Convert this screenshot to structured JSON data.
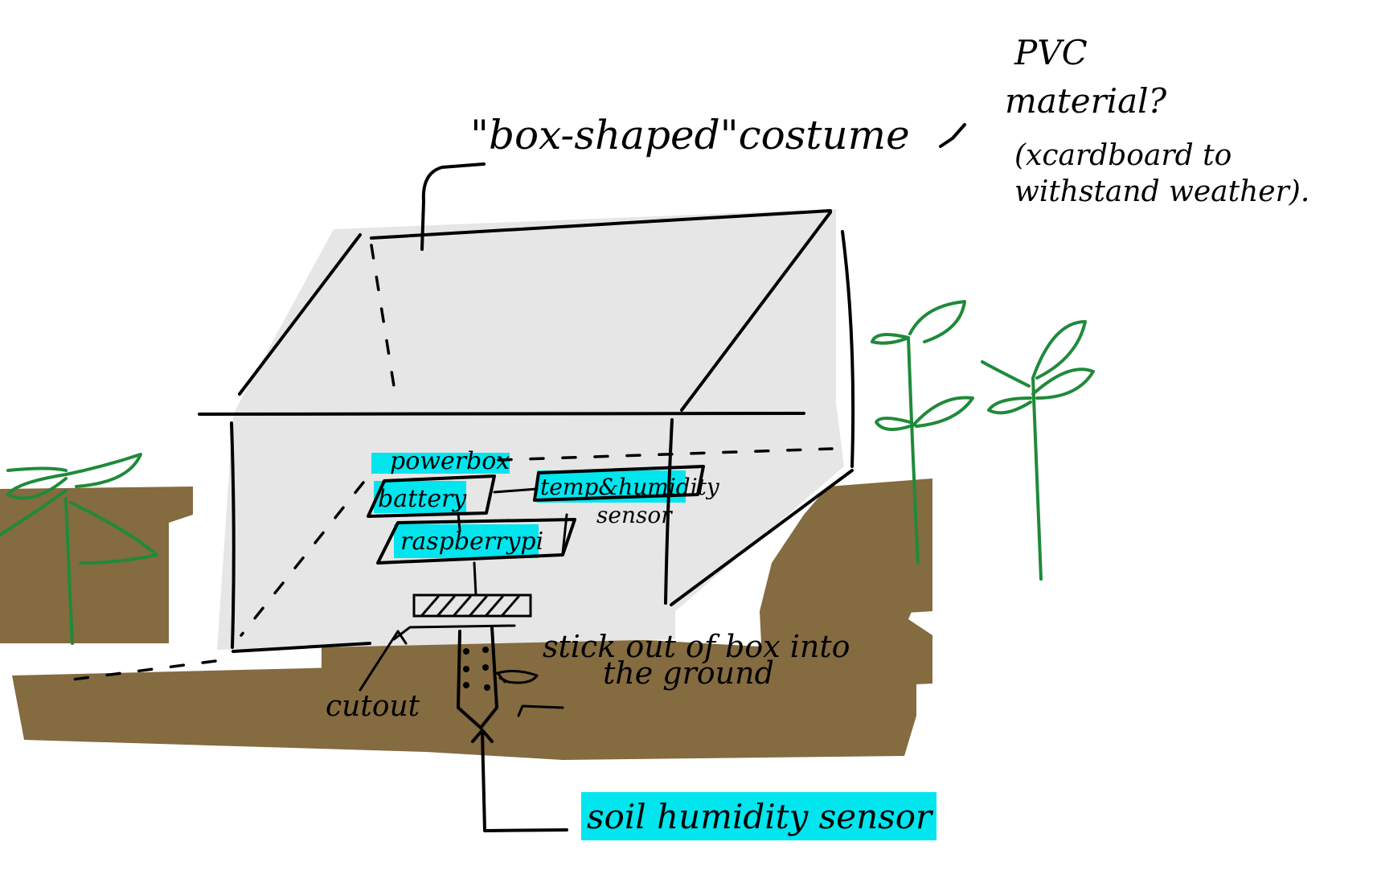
{
  "annotations": {
    "costume": "\"box-shaped\"costume",
    "material_line1": "PVC",
    "material_line2": "material?",
    "material_line3": "(xcardboard to",
    "material_line4": "withstand weather).",
    "powerbox": "powerbox",
    "battery": "battery",
    "temp_humidity_line1": "temp&humidity",
    "temp_humidity_line2": "sensor",
    "raspberrypi": "raspberrypi",
    "stick_out_line1": "stick out of box into",
    "stick_out_line2": "the ground",
    "cutout": "cutout",
    "soil_sensor": "soil humidity sensor"
  },
  "colors": {
    "box_fill": "#e6e6e6",
    "soil": "#846b40",
    "highlight": "#00e5ee",
    "plant": "#1f8a3a",
    "ink": "#000000"
  }
}
